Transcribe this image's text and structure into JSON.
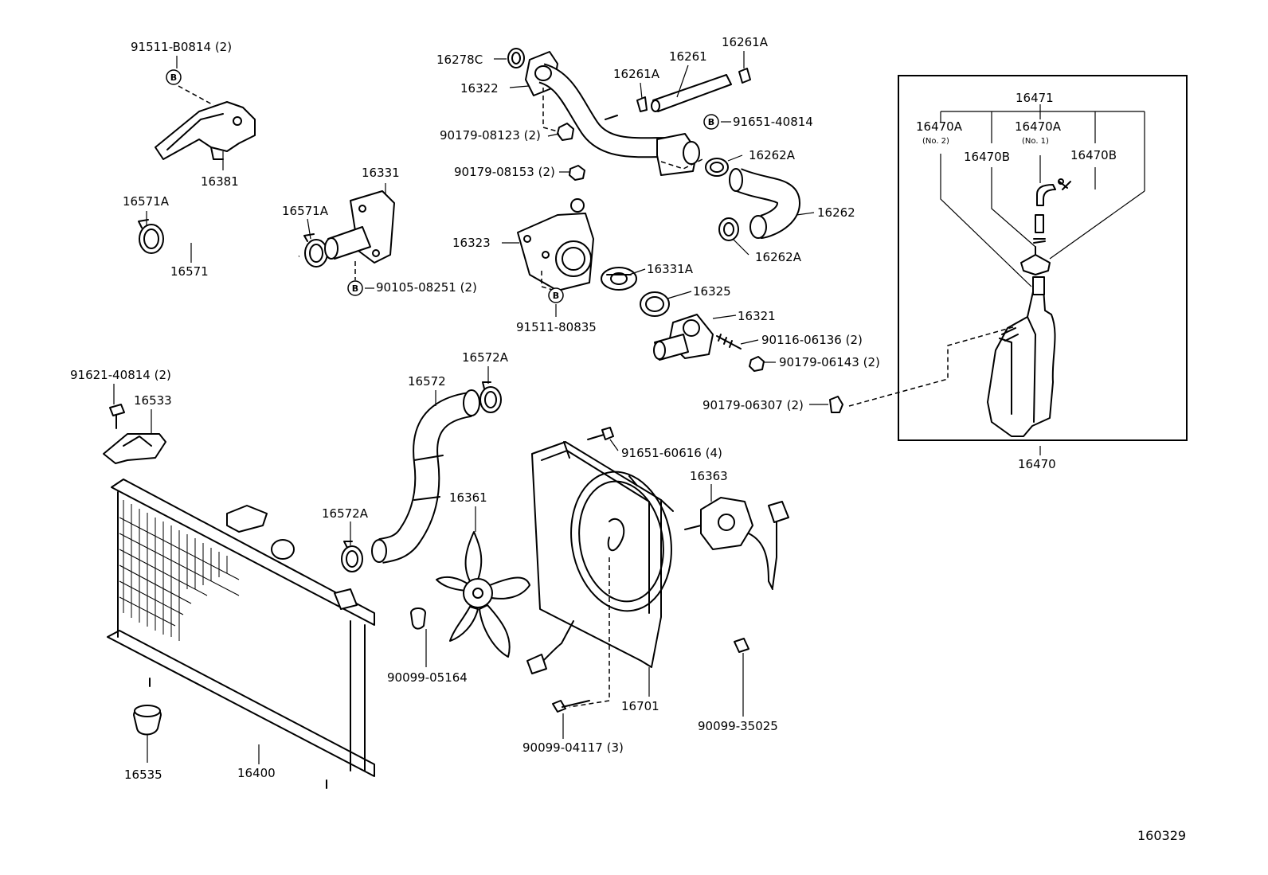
{
  "labels": {
    "p91511_b0814": "91511-B0814 (2)",
    "p16381": "16381",
    "p16331": "16331",
    "p16571a_l": "16571A",
    "p16571a_r": "16571A",
    "p16571": "16571",
    "p90105": "90105-08251 (2)",
    "p16278c": "16278C",
    "p16322": "16322",
    "p90179_08123": "90179-08123 (2)",
    "p90179_08153": "90179-08153 (2)",
    "p16261": "16261",
    "p16261a_l": "16261A",
    "p16261a_r": "16261A",
    "p91651_40814": "91651-40814",
    "p16262a_t": "16262A",
    "p16262": "16262",
    "p16262a_b": "16262A",
    "p16323": "16323",
    "p16331a": "16331A",
    "p16325": "16325",
    "p16321": "16321",
    "p91511_80835": "91511-80835",
    "p90116": "90116-06136 (2)",
    "p90179_06143": "90179-06143 (2)",
    "p16471": "16471",
    "p16470a_no2": "16470A",
    "p16470a_no2_sub": "(No. 2)",
    "p16470a_no1": "16470A",
    "p16470a_no1_sub": "(No. 1)",
    "p16470b_l": "16470B",
    "p16470b_r": "16470B",
    "p90179_06307": "90179-06307 (2)",
    "p16470": "16470",
    "p91621": "91621-40814 (2)",
    "p16533": "16533",
    "p16572": "16572",
    "p16572a_t": "16572A",
    "p16572a_b": "16572A",
    "p16361": "16361",
    "p91651_60616": "91651-60616 (4)",
    "p16363": "16363",
    "p90099_05164": "90099-05164",
    "p16701": "16701",
    "p90099_04117": "90099-04117 (3)",
    "p90099_35025": "90099-35025",
    "p16535": "16535",
    "p16400": "16400",
    "figure_number": "160329"
  },
  "markers": {
    "bolt_b": "B"
  },
  "icons": {
    "radiator": "radiator-icon",
    "fan": "fan-blade-icon",
    "shroud": "fan-shroud-icon",
    "motor": "fan-motor-icon",
    "reservoir": "reserve-tank-icon",
    "hose": "hose-icon",
    "clamp": "hose-clamp-icon",
    "thermostat": "thermostat-icon"
  }
}
